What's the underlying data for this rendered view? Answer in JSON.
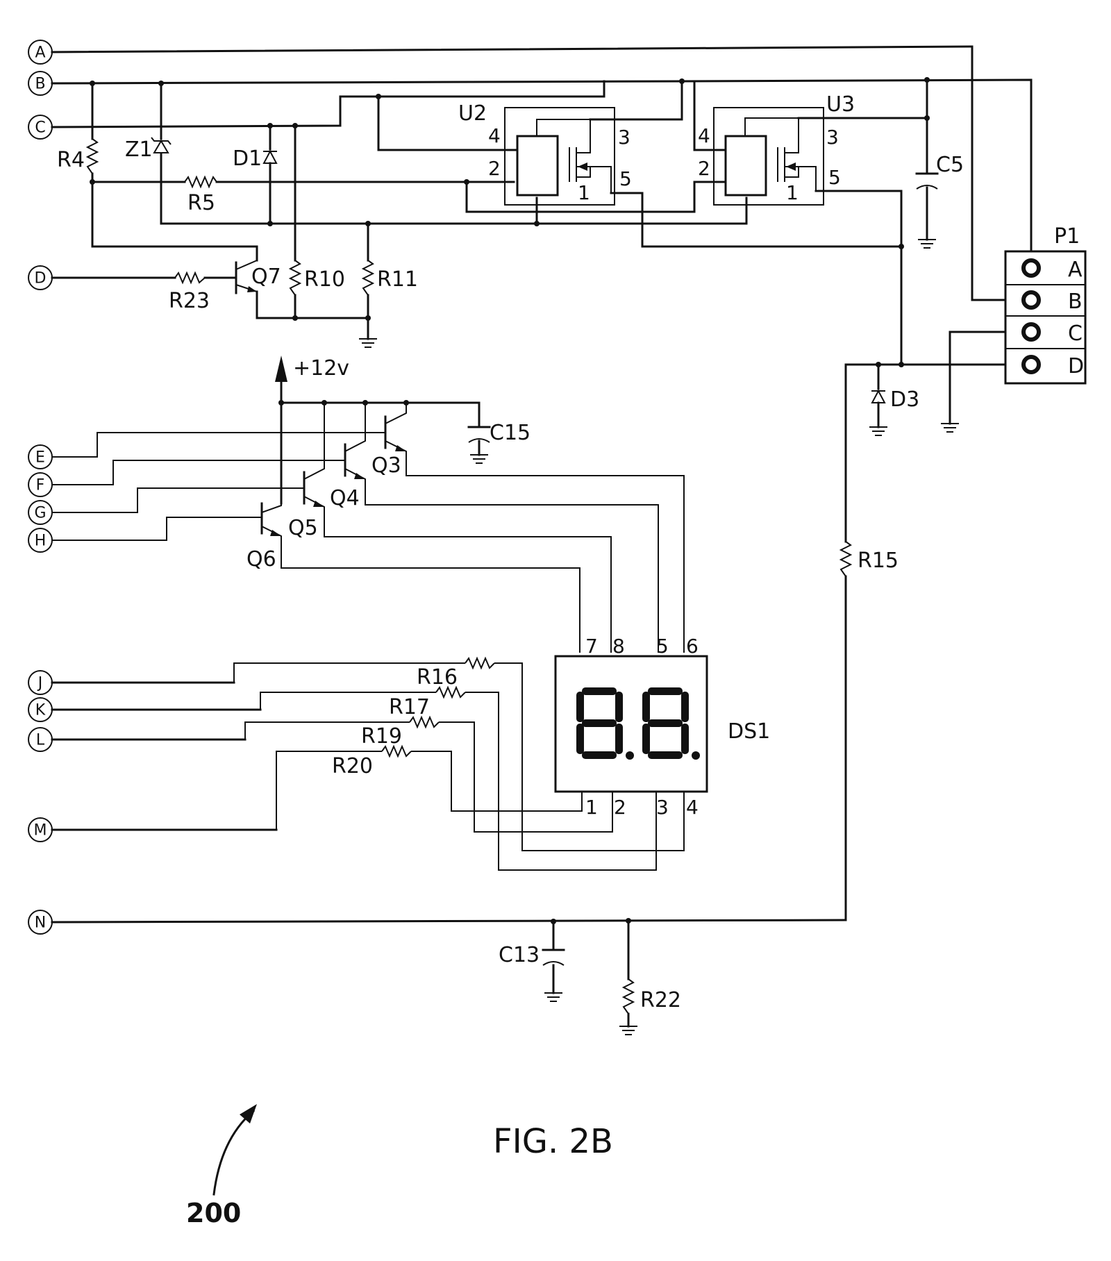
{
  "terminals": [
    "A",
    "B",
    "C",
    "D",
    "E",
    "F",
    "G",
    "H",
    "J",
    "K",
    "L",
    "M",
    "N"
  ],
  "components": {
    "R4": "R4",
    "Z1": "Z1",
    "D1": "D1",
    "R5": "R5",
    "R23": "R23",
    "Q7": "Q7",
    "R10": "R10",
    "R11": "R11",
    "U2": "U2",
    "U3": "U3",
    "C5": "C5",
    "P1": "P1",
    "D3": "D3",
    "R15": "R15",
    "V12": "+12v",
    "C15": "C15",
    "Q3": "Q3",
    "Q4": "Q4",
    "Q5": "Q5",
    "Q6": "Q6",
    "R16": "R16",
    "R17": "R17",
    "R19": "R19",
    "R20": "R20",
    "DS1": "DS1",
    "C13": "C13",
    "R22": "R22"
  },
  "u2_pins": [
    "4",
    "3",
    "2",
    "5",
    "1"
  ],
  "u3_pins": [
    "4",
    "3",
    "2",
    "5",
    "1"
  ],
  "p1_pins": [
    "A",
    "B",
    "C",
    "D"
  ],
  "ds1_top_pins": [
    "7",
    "8",
    "5",
    "6"
  ],
  "ds1_bottom_pins": [
    "1",
    "2",
    "3",
    "4"
  ],
  "display_digits": "8.8.",
  "figure_label": "FIG. 2B",
  "reference_numeral": "200"
}
